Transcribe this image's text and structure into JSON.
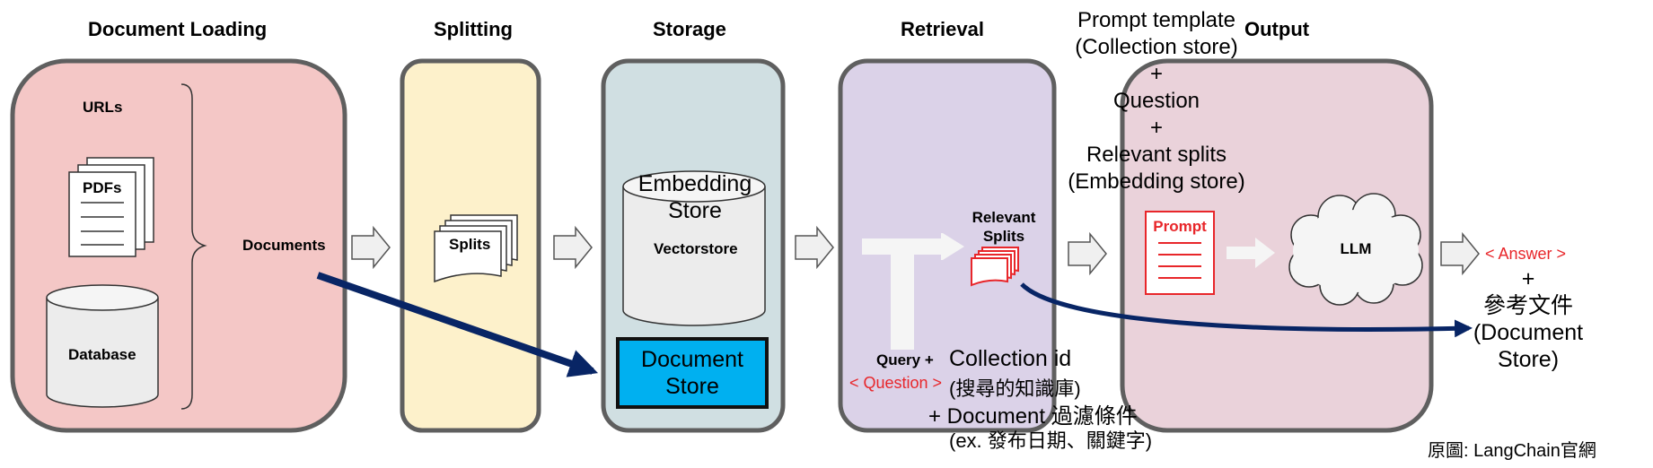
{
  "stages": {
    "loading": "Document Loading",
    "splitting": "Splitting",
    "storage": "Storage",
    "retrieval": "Retrieval",
    "output": "Output"
  },
  "loading": {
    "urls": "URLs",
    "pdfs": "PDFs",
    "database": "Database",
    "documents": "Documents"
  },
  "splitting": {
    "splits": "Splits"
  },
  "storage": {
    "embedding_store_line1": "Embedding",
    "embedding_store_line2": "Store",
    "vectorstore": "Vectorstore",
    "document_store_line1": "Document",
    "document_store_line2": "Store"
  },
  "retrieval": {
    "relevant_splits_line1": "Relevant",
    "relevant_splits_line2": "Splits",
    "query": "Query +",
    "question": "< Question >",
    "collection_id": "Collection id",
    "collection_id_note": "(搜尋的知識庫)",
    "document_filter": "+ Document 過濾條件",
    "document_filter_note": "(ex. 發布日期、關鍵字)"
  },
  "prompt_template": {
    "line1": "Prompt template",
    "line2": "(Collection store)",
    "line3": "+",
    "line4": "Question",
    "line5": "+",
    "line6": "Relevant splits",
    "line7": "(Embedding store)"
  },
  "output": {
    "prompt": "Prompt",
    "llm": "LLM",
    "answer": "< Answer >",
    "plus": "+",
    "ref_line1": "參考文件",
    "ref_line2": "(Document",
    "ref_line3": "Store)"
  },
  "source_note": "原圖: LangChain官網",
  "colors": {
    "loading_bg": "#f4c7c6",
    "splitting_bg": "#fdf1cb",
    "storage_bg": "#d0dfe2",
    "retrieval_bg": "#dbd2e8",
    "output_bg": "#ead2da",
    "document_store_fill": "#00b0f0",
    "accent_red": "#e8262a",
    "arrow_navy": "#082565"
  }
}
